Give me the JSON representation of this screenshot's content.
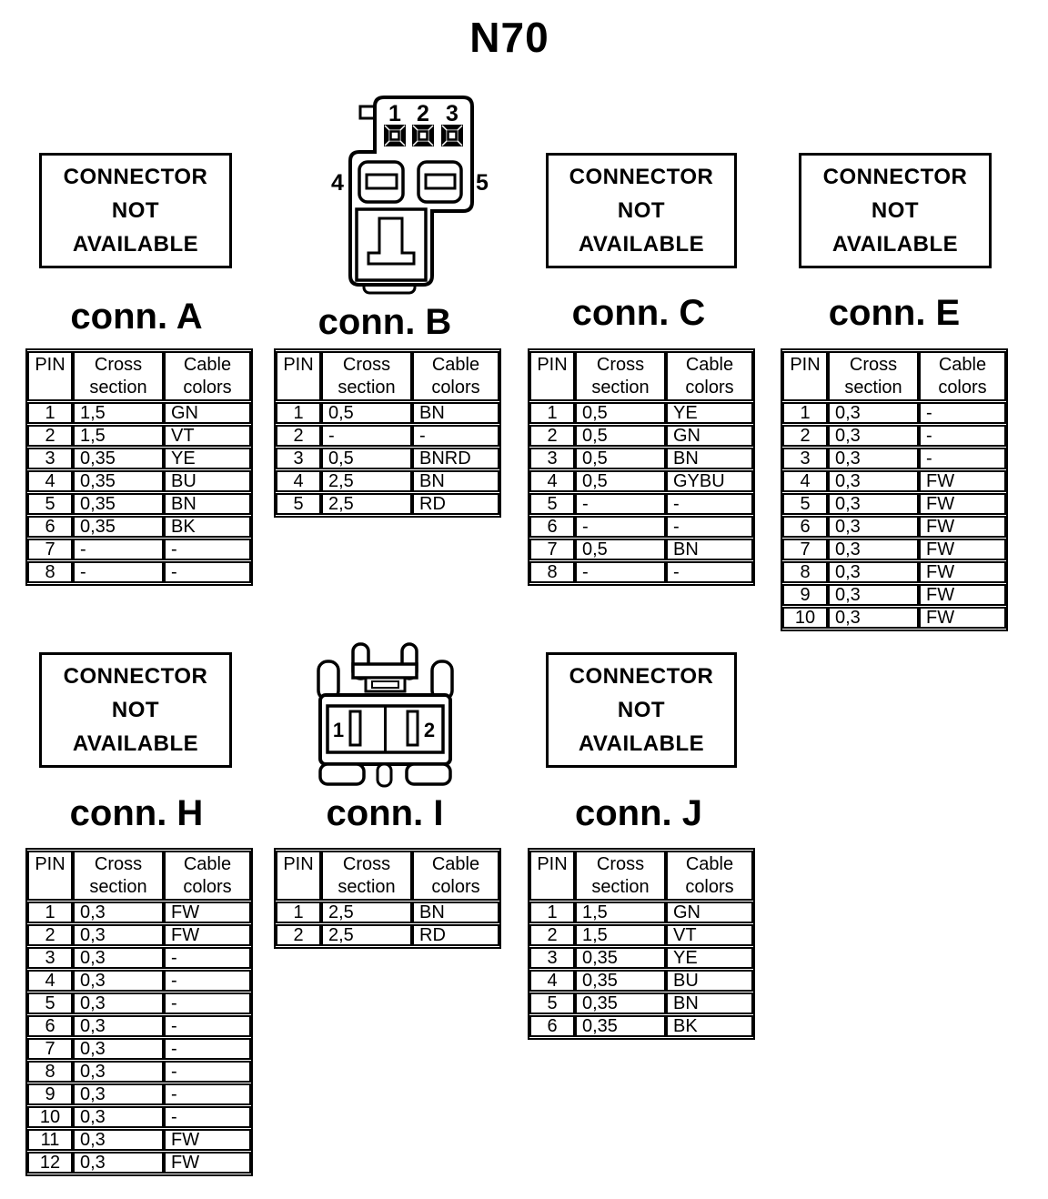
{
  "page": {
    "title": "N70"
  },
  "labels": {
    "not_available": "CONNECTOR\nNOT\nAVAILABLE",
    "headers": {
      "pin": "PIN",
      "cross_section": "Cross section",
      "cable_colors": "Cable colors"
    }
  },
  "colors": {
    "ink": "#000000",
    "paper": "#ffffff"
  },
  "connectors": [
    {
      "id": "A",
      "title": "conn. A",
      "connector_available": false,
      "rows": [
        [
          "1",
          "1,5",
          "GN"
        ],
        [
          "2",
          "1,5",
          "VT"
        ],
        [
          "3",
          "0,35",
          "YE"
        ],
        [
          "4",
          "0,35",
          "BU"
        ],
        [
          "5",
          "0,35",
          "BN"
        ],
        [
          "6",
          "0,35",
          "BK"
        ],
        [
          "7",
          "-",
          "-"
        ],
        [
          "8",
          "-",
          "-"
        ]
      ]
    },
    {
      "id": "B",
      "title": "conn. B",
      "connector_available": true,
      "rows": [
        [
          "1",
          "0,5",
          "BN"
        ],
        [
          "2",
          "-",
          "-"
        ],
        [
          "3",
          "0,5",
          "BNRD"
        ],
        [
          "4",
          "2,5",
          "BN"
        ],
        [
          "5",
          "2,5",
          "RD"
        ]
      ]
    },
    {
      "id": "C",
      "title": "conn. C",
      "connector_available": false,
      "rows": [
        [
          "1",
          "0,5",
          "YE"
        ],
        [
          "2",
          "0,5",
          "GN"
        ],
        [
          "3",
          "0,5",
          "BN"
        ],
        [
          "4",
          "0,5",
          "GYBU"
        ],
        [
          "5",
          "-",
          "-"
        ],
        [
          "6",
          "-",
          "-"
        ],
        [
          "7",
          "0,5",
          "BN"
        ],
        [
          "8",
          "-",
          "-"
        ]
      ]
    },
    {
      "id": "E",
      "title": "conn. E",
      "connector_available": false,
      "rows": [
        [
          "1",
          "0,3",
          "-"
        ],
        [
          "2",
          "0,3",
          "-"
        ],
        [
          "3",
          "0,3",
          "-"
        ],
        [
          "4",
          "0,3",
          "FW"
        ],
        [
          "5",
          "0,3",
          "FW"
        ],
        [
          "6",
          "0,3",
          "FW"
        ],
        [
          "7",
          "0,3",
          "FW"
        ],
        [
          "8",
          "0,3",
          "FW"
        ],
        [
          "9",
          "0,3",
          "FW"
        ],
        [
          "10",
          "0,3",
          "FW"
        ]
      ]
    },
    {
      "id": "H",
      "title": "conn. H",
      "connector_available": false,
      "rows": [
        [
          "1",
          "0,3",
          "FW"
        ],
        [
          "2",
          "0,3",
          "FW"
        ],
        [
          "3",
          "0,3",
          "-"
        ],
        [
          "4",
          "0,3",
          "-"
        ],
        [
          "5",
          "0,3",
          "-"
        ],
        [
          "6",
          "0,3",
          "-"
        ],
        [
          "7",
          "0,3",
          "-"
        ],
        [
          "8",
          "0,3",
          "-"
        ],
        [
          "9",
          "0,3",
          "-"
        ],
        [
          "10",
          "0,3",
          "-"
        ],
        [
          "11",
          "0,3",
          "FW"
        ],
        [
          "12",
          "0,3",
          "FW"
        ]
      ]
    },
    {
      "id": "I",
      "title": "conn. I",
      "connector_available": true,
      "rows": [
        [
          "1",
          "2,5",
          "BN"
        ],
        [
          "2",
          "2,5",
          "RD"
        ]
      ]
    },
    {
      "id": "J",
      "title": "conn. J",
      "connector_available": false,
      "rows": [
        [
          "1",
          "1,5",
          "GN"
        ],
        [
          "2",
          "1,5",
          "VT"
        ],
        [
          "3",
          "0,35",
          "YE"
        ],
        [
          "4",
          "0,35",
          "BU"
        ],
        [
          "5",
          "0,35",
          "BN"
        ],
        [
          "6",
          "0,35",
          "BK"
        ]
      ]
    }
  ],
  "drawings": {
    "b": {
      "pin_labels": [
        "1",
        "2",
        "3",
        "4",
        "5"
      ]
    },
    "i": {
      "pin_labels": [
        "1",
        "2"
      ]
    }
  }
}
